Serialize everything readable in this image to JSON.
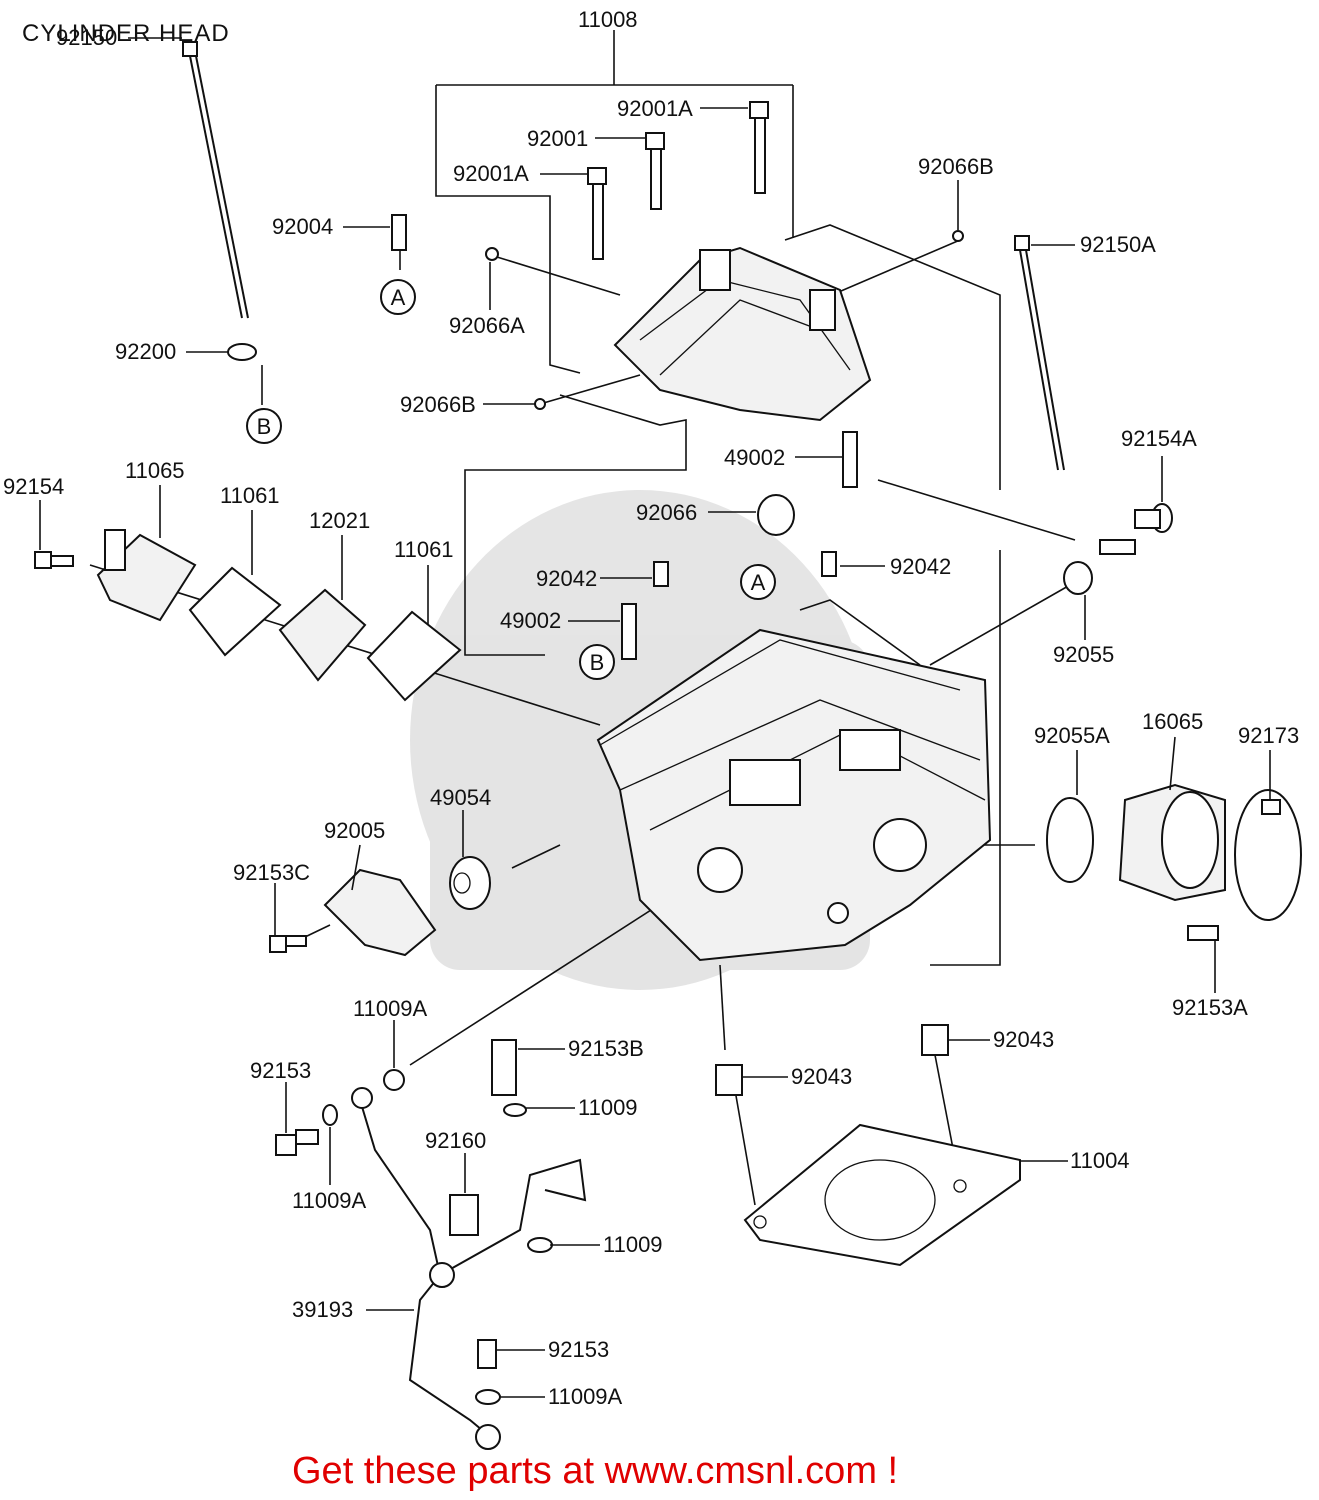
{
  "title": "CYLINDER HEAD",
  "footer": "Get these parts at www.cmsnl.com !",
  "footer_color": "#e00000",
  "callout_marks": [
    "A",
    "B"
  ],
  "labels": {
    "p11008": "11008",
    "p92150": "92150",
    "p92001A_top": "92001A",
    "p92001": "92001",
    "p92001A": "92001A",
    "p92066B_top": "92066B",
    "p92004": "92004",
    "p92150A": "92150A",
    "p92066A": "92066A",
    "p92200": "92200",
    "p92066B": "92066B",
    "p49002_top": "49002",
    "p92154A": "92154A",
    "p92154": "92154",
    "p11065": "11065",
    "p11061_l": "11061",
    "p12021": "12021",
    "p11061_r": "11061",
    "p92066": "92066",
    "p92042_l": "92042",
    "p92042_r": "92042",
    "p49002": "49002",
    "p92055": "92055",
    "p92055A": "92055A",
    "p16065": "16065",
    "p92173": "92173",
    "p49054": "49054",
    "p92005": "92005",
    "p92153C": "92153C",
    "p92153A": "92153A",
    "p11009A_top": "11009A",
    "p92153B": "92153B",
    "p92043_r": "92043",
    "p92153_l": "92153",
    "p92043_l": "92043",
    "p11009_top": "11009",
    "p92160": "92160",
    "p11004": "11004",
    "p11009A_mid": "11009A",
    "p11009_low": "11009",
    "p39193": "39193",
    "p92153_b": "92153",
    "p11009A_b": "11009A"
  }
}
